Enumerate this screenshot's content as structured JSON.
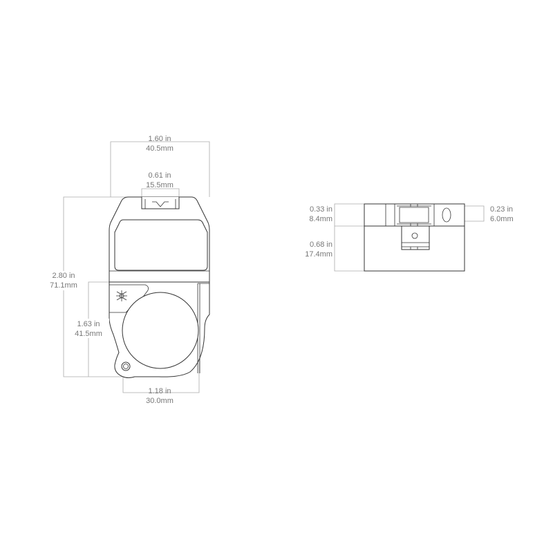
{
  "front_view": {
    "overall_width": {
      "in": "1.60 in",
      "mm": "40.5mm"
    },
    "tab_width": {
      "in": "0.61 in",
      "mm": "15.5mm"
    },
    "overall_height": {
      "in": "2.80 in",
      "mm": "71.1mm"
    },
    "clamp_height": {
      "in": "1.63 in",
      "mm": "41.5mm"
    },
    "clamp_width": {
      "in": "1.18 in",
      "mm": "30.0mm"
    }
  },
  "side_view": {
    "top_height": {
      "in": "0.33 in",
      "mm": "8.4mm"
    },
    "bottom_height": {
      "in": "0.68 in",
      "mm": "17.4mm"
    },
    "inner_height": {
      "in": "0.23 in",
      "mm": "6.0mm"
    }
  }
}
